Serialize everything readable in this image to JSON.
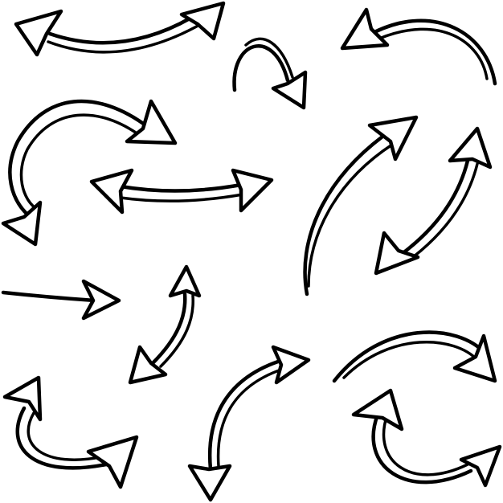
{
  "illustration": {
    "background_color": "#ffffff",
    "ink_color": "#000000",
    "arrows": [
      {
        "name": "double-arrow-top-left-icon",
        "kind": "double-headed curved"
      },
      {
        "name": "hook-arrow-top-center-icon",
        "kind": "curved"
      },
      {
        "name": "curved-arrow-top-right-icon",
        "kind": "curved"
      },
      {
        "name": "loop-arrow-left-icon",
        "kind": "double-headed curved"
      },
      {
        "name": "double-arrow-middle-left-icon",
        "kind": "double-headed"
      },
      {
        "name": "long-curved-arrow-center-right-icon",
        "kind": "curved"
      },
      {
        "name": "double-arrow-right-icon",
        "kind": "double-headed diagonal"
      },
      {
        "name": "straight-arrow-left-icon",
        "kind": "straight"
      },
      {
        "name": "double-arrow-center-icon",
        "kind": "double-headed diagonal"
      },
      {
        "name": "s-curve-arrow-bottom-center-icon",
        "kind": "curved"
      },
      {
        "name": "arc-arrow-bottom-right-icon",
        "kind": "curved"
      },
      {
        "name": "u-turn-arrow-bottom-left-icon",
        "kind": "double-headed curved"
      },
      {
        "name": "circular-arrow-bottom-right-icon",
        "kind": "double-headed curved"
      }
    ]
  }
}
